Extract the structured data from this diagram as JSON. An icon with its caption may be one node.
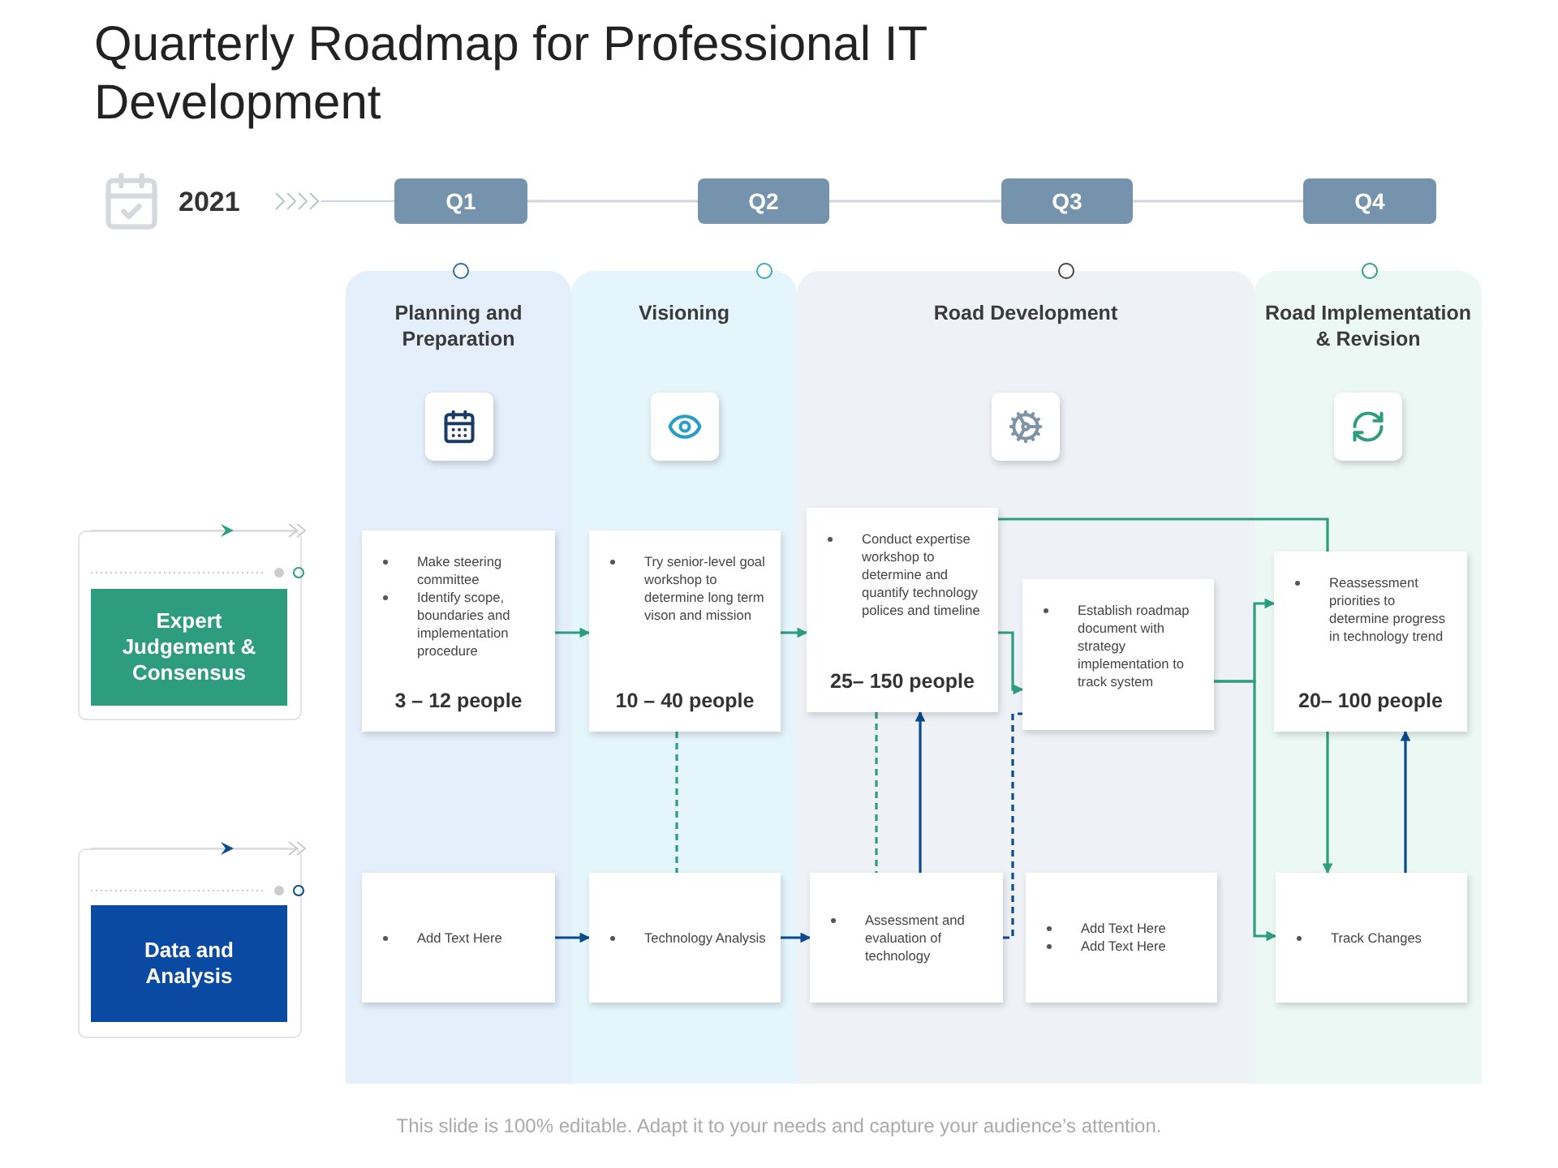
{
  "diagram": {
    "title": "Quarterly Roadmap for Professional IT Development",
    "caption": "This slide is 100% editable. Adapt it to your needs and capture your audience’s attention.",
    "nodes": [
      {
        "text": [
          "Q1"
        ]
      },
      {
        "text": [
          "Q2"
        ]
      },
      {
        "text": [
          "Q3"
        ]
      },
      {
        "text": [
          "Q4"
        ]
      },
      {
        "text": [
          "Planning and Preparation"
        ]
      },
      {
        "text": [
          "Visioning"
        ]
      },
      {
        "text": [
          "Road Development"
        ]
      },
      {
        "text": [
          "Road Implementation & Revision"
        ]
      },
      {
        "text": [
          "Expert Judgement & Consensus"
        ]
      },
      {
        "text": [
          "Data and Analysis"
        ]
      },
      {
        "text": [
          "Make steering committee",
          "Identify scope, boundaries and implementation procedure",
          "3 – 12 people"
        ],
        "in": 4
      },
      {
        "text": [
          "Try senior-level goal workshop to determine long term vison and mission",
          "10 – 40 people"
        ],
        "in": 5
      },
      {
        "text": [
          "Conduct expertise workshop to determine and quantify technology polices and timeline",
          "25– 150 people"
        ],
        "in": 6
      },
      {
        "text": [
          "Establish roadmap document with strategy implementation to track system"
        ],
        "in": 6
      },
      {
        "text": [
          "Reassessment priorities to determine progress in technology trend",
          "20– 100 people"
        ],
        "in": 7
      },
      {
        "text": [
          "Add Text Here"
        ],
        "in": 4
      },
      {
        "text": [
          "Technology Analysis"
        ],
        "in": 5
      },
      {
        "text": [
          "Assessment and evaluation of technology"
        ],
        "in": 6
      },
      {
        "text": [
          "Add Text Here",
          "Add Text Here"
        ],
        "in": 6
      },
      {
        "text": [
          "Track Changes"
        ],
        "in": 7
      }
    ],
    "edges": [
      {
        "from": 0,
        "to": 1,
        "arrow": "none",
        "color": "#d0d5da"
      },
      {
        "from": 1,
        "to": 2,
        "arrow": "none",
        "color": "#d0d5da"
      },
      {
        "from": 2,
        "to": 3,
        "arrow": "none",
        "color": "#d0d5da"
      },
      {
        "from": 10,
        "to": 11,
        "arrow": "to"
      },
      {
        "from": 11,
        "to": 12,
        "arrow": "to"
      },
      {
        "from": 12,
        "to": 13,
        "arrow": "to"
      },
      {
        "from": 12,
        "to": 14,
        "arrow": "none"
      },
      {
        "from": 14,
        "to": 19,
        "arrow": "to"
      },
      {
        "from": 13,
        "to": 14,
        "arrow": "to"
      },
      {
        "from": 13,
        "to": 19,
        "arrow": "to"
      },
      {
        "from": 11,
        "to": 16,
        "arrow": "none",
        "style": "dashed"
      },
      {
        "from": 12,
        "to": 17,
        "arrow": "none",
        "style": "dashed"
      },
      {
        "from": 17,
        "to": 12,
        "arrow": "to",
        "color": "#0b4a8f"
      },
      {
        "from": 17,
        "to": 13,
        "arrow": "none",
        "style": "dashed",
        "color": "#0b4a8f"
      },
      {
        "from": 15,
        "to": 16,
        "arrow": "to",
        "color": "#0b4a8f"
      },
      {
        "from": 16,
        "to": 17,
        "arrow": "to",
        "color": "#0b4a8f"
      },
      {
        "from": 19,
        "to": 14,
        "arrow": "to",
        "color": "#0b4a8f"
      }
    ],
    "labels": [
      "2021"
    ]
  }
}
